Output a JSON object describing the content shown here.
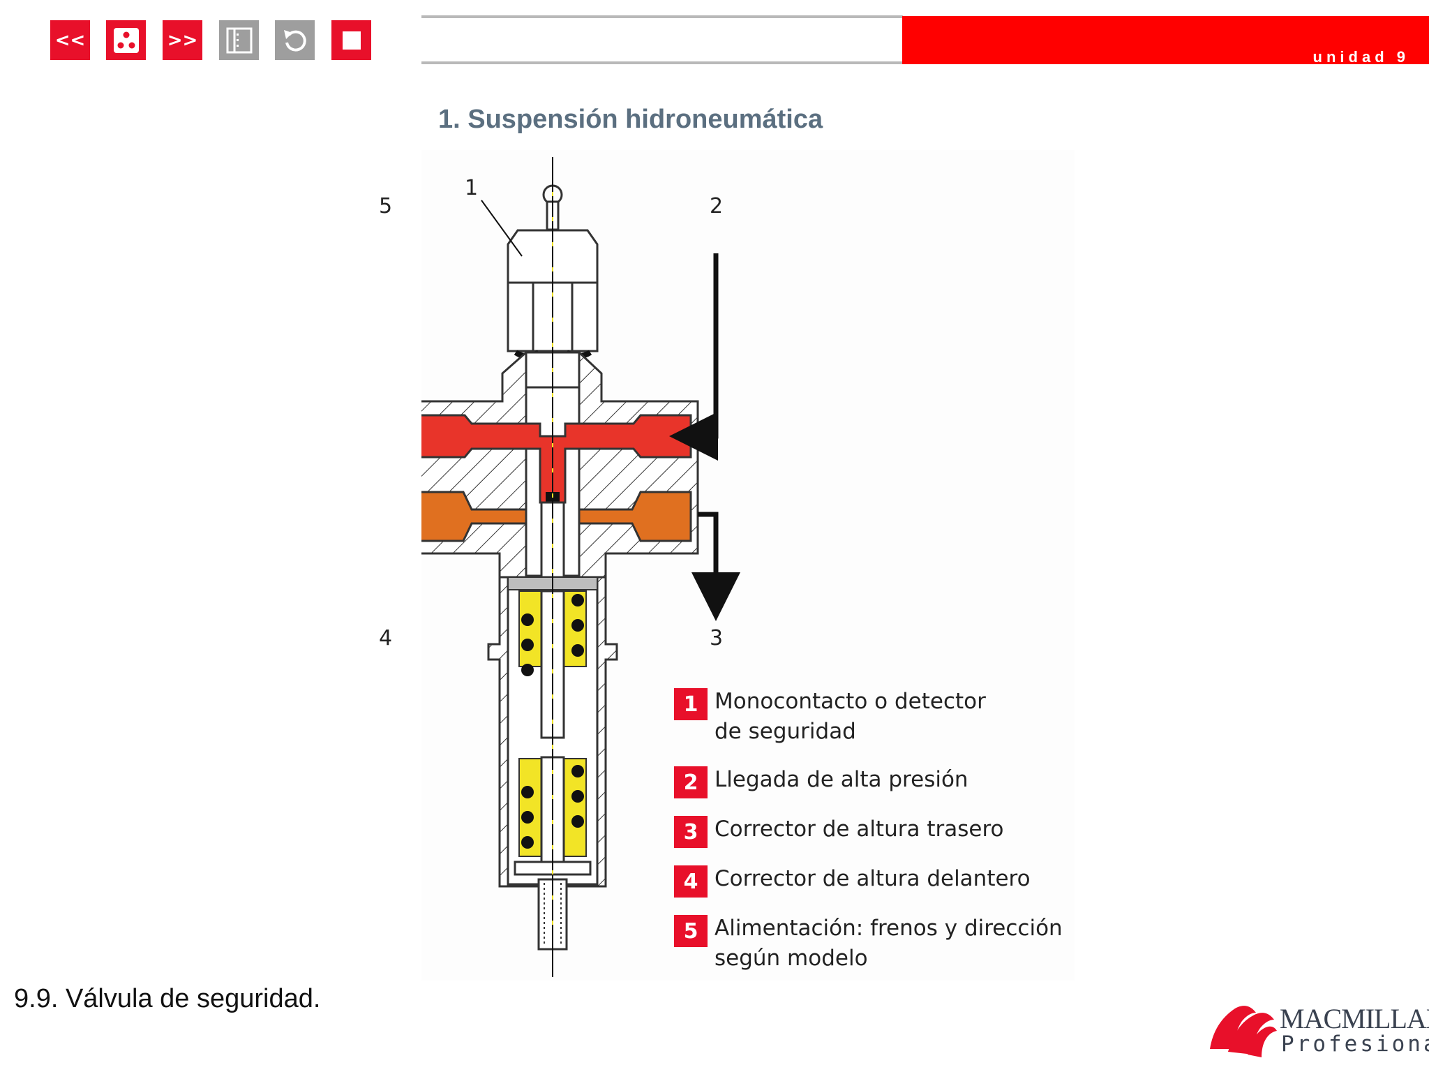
{
  "nav": {
    "prev_label": "<<",
    "next_label": ">>"
  },
  "header": {
    "unit_label": "unidad 9",
    "accent_color": "#ff0000"
  },
  "section_title": "1. Suspensión hidroneumática",
  "diagram": {
    "part_number_1": "1",
    "ports": {
      "p5": "5",
      "p2": "2",
      "p4": "4",
      "p3": "3"
    },
    "legend": [
      {
        "num": "1",
        "line1": "Monocontacto o detector",
        "line2": "de seguridad"
      },
      {
        "num": "2",
        "line1": "Llegada de alta presión",
        "line2": ""
      },
      {
        "num": "3",
        "line1": "Corrector de altura trasero",
        "line2": ""
      },
      {
        "num": "4",
        "line1": "Corrector de altura delantero",
        "line2": ""
      },
      {
        "num": "5",
        "line1": "Alimentación: frenos y dirección",
        "line2": "según modelo"
      }
    ]
  },
  "caption": "9.9. Válvula de seguridad.",
  "publisher": {
    "line1": "MACMILLAN",
    "line2": "Profesional"
  }
}
